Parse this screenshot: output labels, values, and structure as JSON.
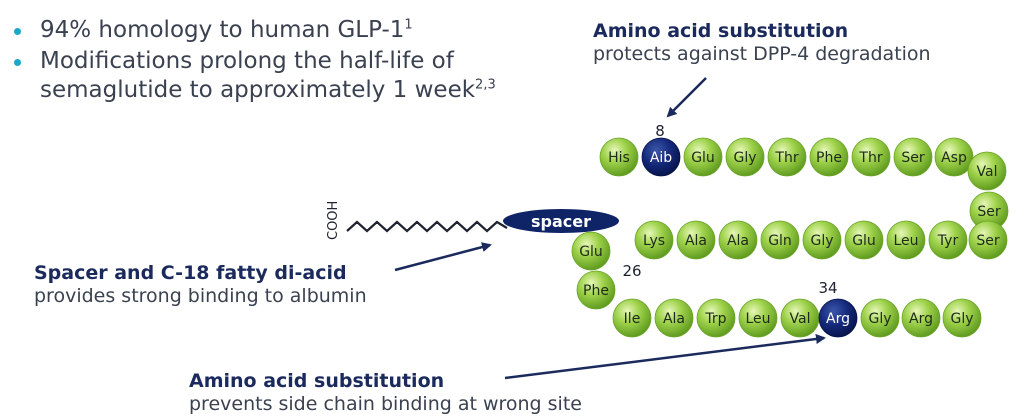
{
  "bullets": [
    {
      "text": "94% homology to human GLP-1",
      "sup": "1"
    },
    {
      "text": "Modifications prolong the half-life of semaglutide to approximately 1 week",
      "sup": "2,3"
    }
  ],
  "callouts": {
    "top": {
      "title": "Amino acid substitution",
      "body": "protects against DPP-4 degradation"
    },
    "left": {
      "title": "Spacer and C-18 fatty di-acid",
      "body": "provides strong binding to albumin"
    },
    "bottom": {
      "title": "Amino acid substitution",
      "body": "prevents side chain binding at wrong site"
    }
  },
  "molecule": {
    "cooh": "COOH",
    "spacer": "spacer",
    "position_labels": [
      "8",
      "26",
      "34"
    ],
    "row1": [
      "His",
      "Aib",
      "Glu",
      "Gly",
      "Thr",
      "Phe",
      "Thr",
      "Ser",
      "Asp",
      "Val"
    ],
    "row2": [
      "Ser",
      "Ser",
      "Tyr",
      "Leu",
      "Glu",
      "Gly",
      "Gln",
      "Ala",
      "Ala",
      "Lys",
      "Glu"
    ],
    "row3": [
      "Phe",
      "Ile",
      "Ala",
      "Trp",
      "Leu",
      "Val",
      "Arg",
      "Gly",
      "Arg",
      "Gly"
    ],
    "modified_residues": [
      "Aib",
      "Arg"
    ],
    "colors": {
      "bead": "#8cc63f",
      "modified": "#0e2466",
      "spacer": "#0e2466",
      "arrow": "#1b2a5c",
      "bullet": "#19a9c8"
    }
  }
}
